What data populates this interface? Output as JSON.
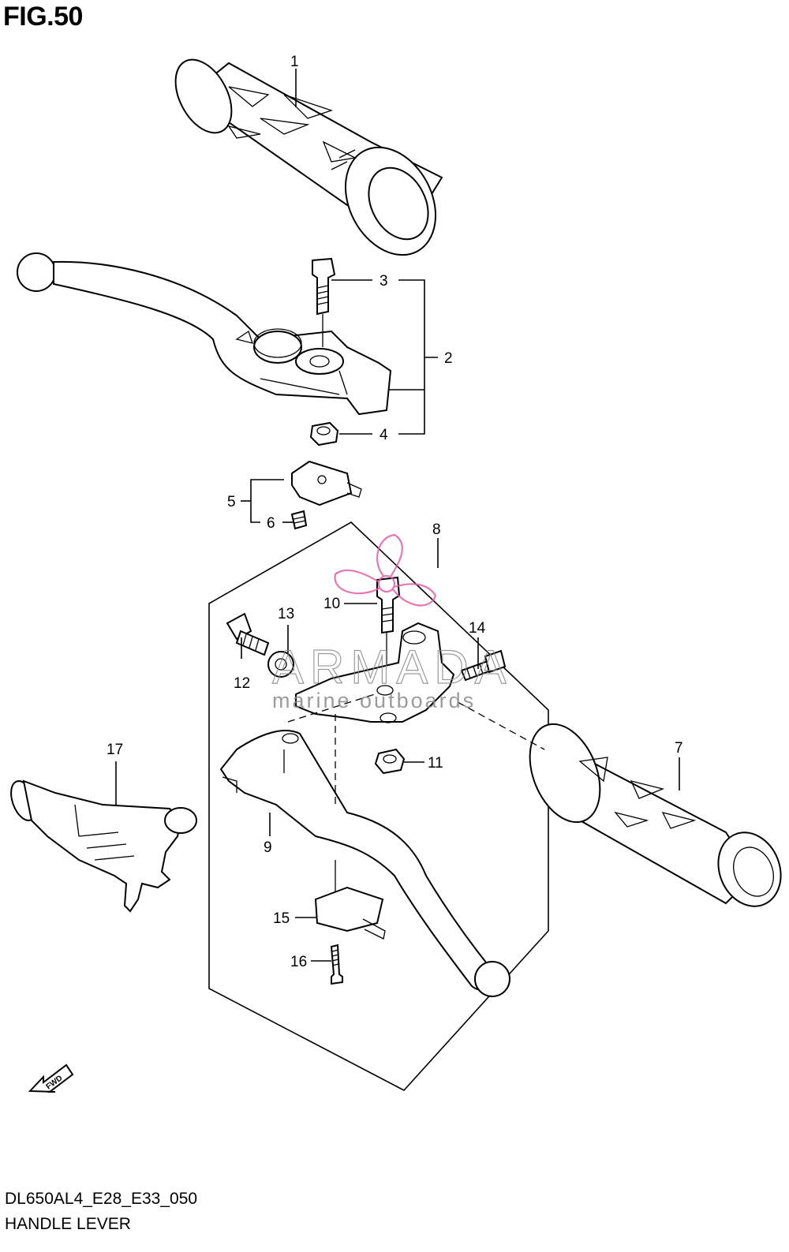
{
  "figure": {
    "title": "FIG.50"
  },
  "footer": {
    "model_code": "DL650AL4_E28_E33_050",
    "section_name": "HANDLE LEVER"
  },
  "fwd_arrow": {
    "label": "FWD"
  },
  "watermark": {
    "brand": "ARMADA",
    "tagline": "marine outboards",
    "accent_color": "#e060a8"
  },
  "callouts": [
    "1",
    "2",
    "3",
    "4",
    "5",
    "6",
    "7",
    "8",
    "9",
    "10",
    "11",
    "12",
    "13",
    "14",
    "15",
    "16",
    "17"
  ],
  "icons": {
    "watermark_logo": "propeller-logo-icon",
    "direction": "fwd-arrow-icon"
  }
}
